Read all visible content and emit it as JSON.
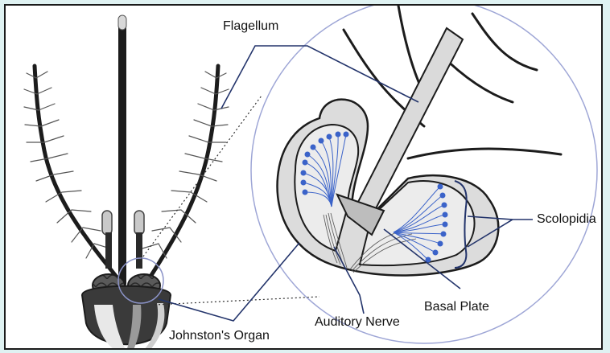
{
  "labels": {
    "flagellum": "Flagellum",
    "scolopidia": "Scolopidia",
    "johnstons_organ": "Johnston's Organ",
    "auditory_nerve": "Auditory Nerve",
    "basal_plate": "Basal Plate"
  },
  "colors": {
    "outer_background": "#dff2f2",
    "panel": "#ffffff",
    "leader_line": "#23346b",
    "scolopidia_dot": "#3b63c9",
    "magnifier_ring": "#9ea6d6",
    "organ_fill": "#dcdcdc",
    "antenna": "#1c1c1c"
  }
}
